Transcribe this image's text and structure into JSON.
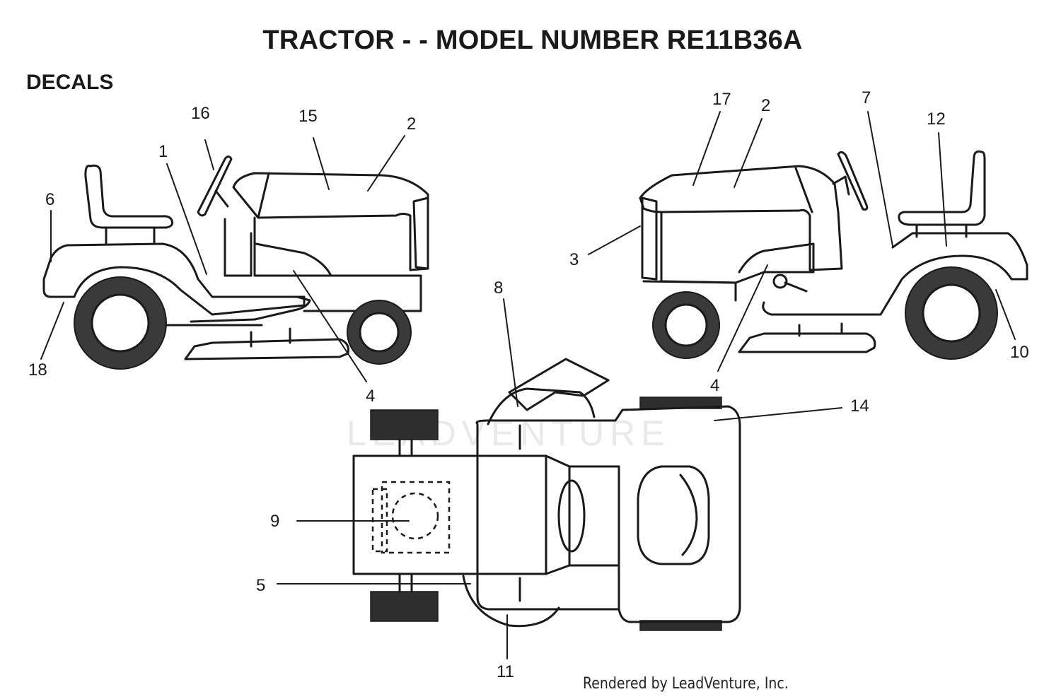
{
  "title": "TRACTOR - - MODEL NUMBER RE11B36A",
  "section": "DECALS",
  "footer": "Rendered by LeadVenture, Inc.",
  "watermark": "LEADVENTURE",
  "callouts": {
    "c1": "1",
    "c2a": "2",
    "c2b": "2",
    "c3": "3",
    "c4a": "4",
    "c4b": "4",
    "c5": "5",
    "c6": "6",
    "c7": "7",
    "c8": "8",
    "c9": "9",
    "c10": "10",
    "c11": "11",
    "c12": "12",
    "c14": "14",
    "c15": "15",
    "c16": "16",
    "c17": "17",
    "c18": "18"
  },
  "colors": {
    "line": "#1a1a1a",
    "tire": "#3a3a3a",
    "watermark": "#d8d8d8"
  }
}
